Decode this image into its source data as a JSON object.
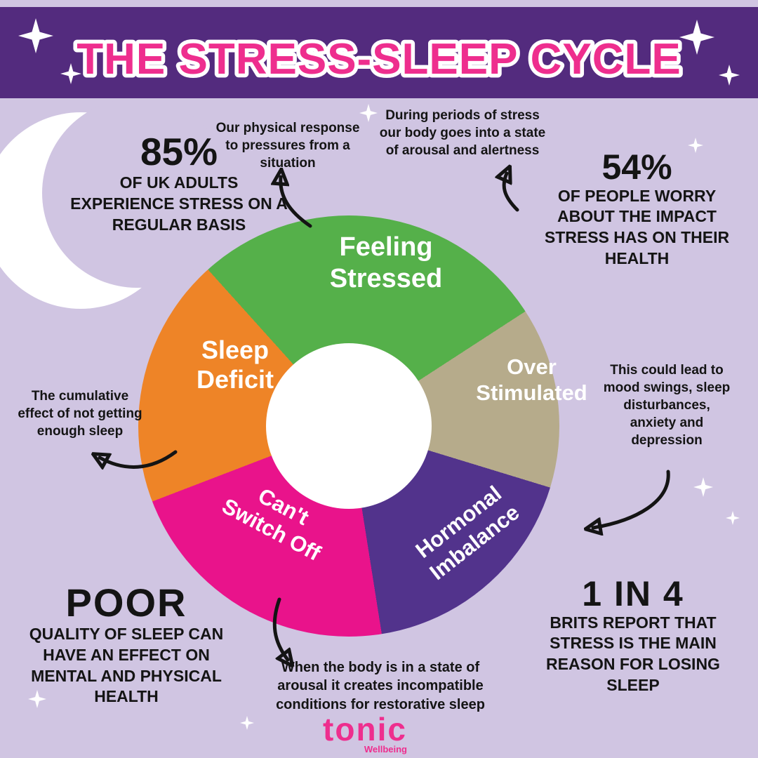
{
  "colors": {
    "background": "#d0c5e2",
    "header": "#532b7e",
    "title": "#ee2e8e",
    "ink": "#141414",
    "logo_pink": "#ee2e8e",
    "hole": "#ffffff"
  },
  "header": {
    "title": "THE STRESS-SLEEP CYCLE"
  },
  "wheel": {
    "type": "cycle-donut",
    "segments": [
      {
        "name": "feeling-stressed",
        "line1": "Feeling",
        "line2": "Stressed",
        "color": "#55b04a",
        "start_deg": -42,
        "end_deg": 57
      },
      {
        "name": "over-stimulated",
        "line1": "Over",
        "line2": "Stimulated",
        "color": "#b6ab8b",
        "start_deg": 57,
        "end_deg": 107
      },
      {
        "name": "hormonal-imbalance",
        "line1": "Hormonal",
        "line2": "Imbalance",
        "color": "#52338c",
        "start_deg": 107,
        "end_deg": 171
      },
      {
        "name": "cant-switch-off",
        "line1": "Can't",
        "line2": "Switch Off",
        "color": "#e9138b",
        "start_deg": 171,
        "end_deg": 249
      },
      {
        "name": "sleep-deficit",
        "line1": "Sleep",
        "line2": "Deficit",
        "color": "#ee8427",
        "start_deg": 249,
        "end_deg": 318
      }
    ]
  },
  "stats": {
    "uk_adults": {
      "big": "85%",
      "text": "OF UK ADULTS EXPERIENCE STRESS ON A REGULAR BASIS"
    },
    "worry": {
      "big": "54%",
      "text": "OF PEOPLE WORRY ABOUT THE IMPACT STRESS HAS ON THEIR HEALTH"
    },
    "poor_sleep": {
      "big": "POOR",
      "text": "QUALITY OF SLEEP CAN HAVE AN EFFECT ON MENTAL AND PHYSICAL HEALTH"
    },
    "one_in_four": {
      "big": "1 IN 4",
      "text": "BRITS REPORT THAT STRESS IS THE MAIN REASON FOR LOSING SLEEP"
    }
  },
  "annotations": {
    "physical_response": "Our physical response to pressures from a situation",
    "arousal_state": "During periods of stress our body goes into a state of arousal and alertness",
    "mood_swings": "This could lead to mood swings, sleep disturbances, anxiety and depression",
    "cumulative_effect": "The cumulative effect of not getting enough sleep",
    "incompatible_sleep": "When the body is in a state of arousal it creates incompatible conditions for restorative sleep"
  },
  "logo": {
    "name": "tonic",
    "tagline": "Wellbeing"
  }
}
